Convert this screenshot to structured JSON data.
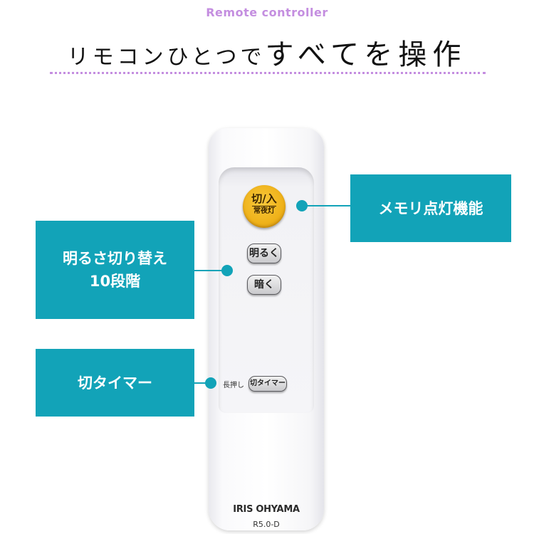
{
  "header": {
    "subtitle": "Remote controller",
    "title_small": "リモコンひとつで",
    "title_big": "すべてを操作"
  },
  "remote": {
    "power_button": {
      "line1": "切/入",
      "line2": "常夜灯"
    },
    "bright_button": "明るく",
    "dark_button": "暗く",
    "long_press_label": "長押し",
    "timer_button": "切タイマー",
    "brand": "IRIS OHYAMA",
    "model": "R5.0-D"
  },
  "callouts": {
    "memory": "メモリ点灯機能",
    "brightness_line1": "明るさ切り替え",
    "brightness_line2": "10段階",
    "timer": "切タイマー"
  },
  "colors": {
    "accent": "#12a3b8",
    "subtitle": "#c48ee0",
    "power_button": "#efb21a"
  }
}
